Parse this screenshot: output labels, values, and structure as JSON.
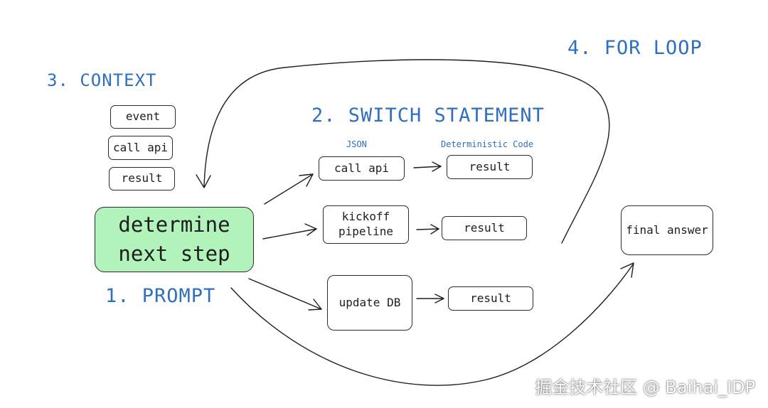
{
  "headings": {
    "for_loop": "4. FOR LOOP",
    "context": "3. CONTEXT",
    "switch_statement": "2. SWITCH STATEMENT",
    "prompt": "1. PROMPT"
  },
  "subheadings": {
    "json": "JSON",
    "deterministic_code": "Deterministic Code"
  },
  "context_items": [
    "event",
    "call api",
    "result"
  ],
  "main_box": {
    "line1": "determine",
    "line2": "next step"
  },
  "switch_items": {
    "call_api": "call api",
    "kickoff_line1": "kickoff",
    "kickoff_line2": "pipeline",
    "update_db": "update DB"
  },
  "results": [
    "result",
    "result",
    "result"
  ],
  "final_answer": "final answer",
  "watermark": "掘金技术社区 @ Baihai_IDP",
  "colors": {
    "heading_blue": "#2f6fc0",
    "main_fill": "#b2f2bb",
    "stroke": "#2b2b2b"
  }
}
